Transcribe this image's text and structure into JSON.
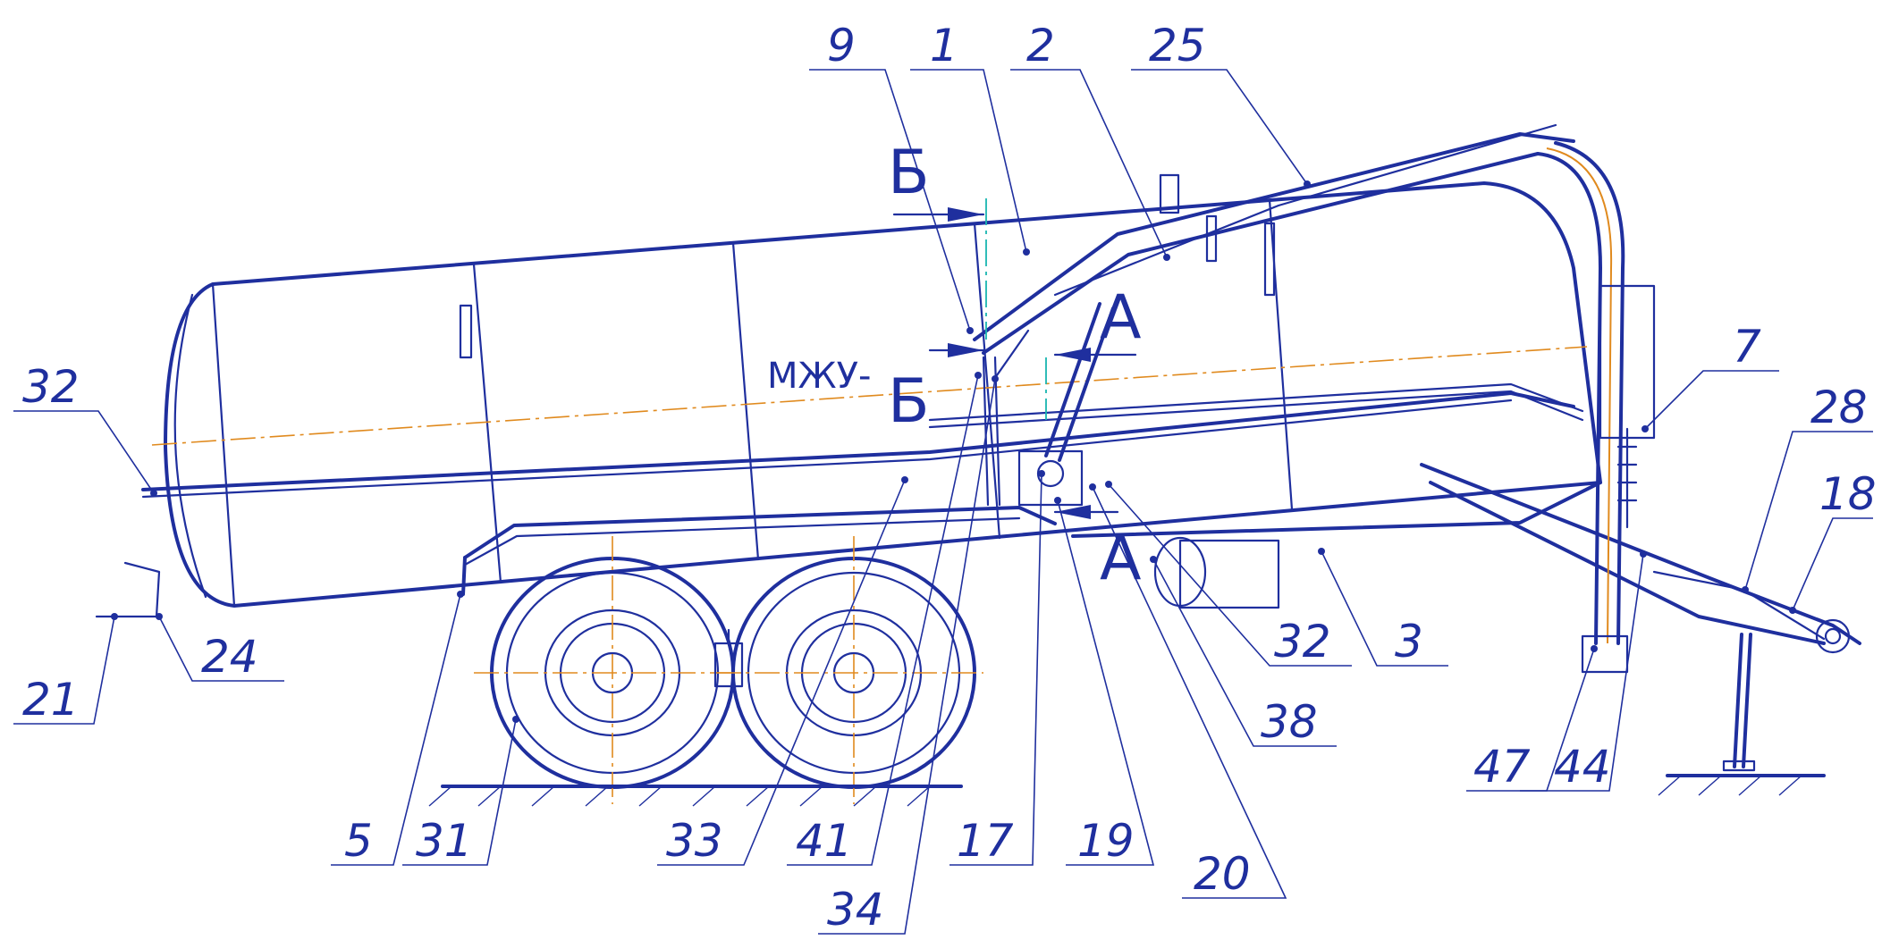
{
  "tank_label": "МЖУ-",
  "section_marks": {
    "b_top": "Б",
    "b_bottom": "Б",
    "a_top": "А",
    "a_bottom": "А"
  },
  "callouts": [
    {
      "id": "c9",
      "text": "9"
    },
    {
      "id": "c1",
      "text": "1"
    },
    {
      "id": "c2",
      "text": "2"
    },
    {
      "id": "c25",
      "text": "25"
    },
    {
      "id": "c32a",
      "text": "32"
    },
    {
      "id": "c7",
      "text": "7"
    },
    {
      "id": "c28",
      "text": "28"
    },
    {
      "id": "c18",
      "text": "18"
    },
    {
      "id": "c21",
      "text": "21"
    },
    {
      "id": "c24",
      "text": "24"
    },
    {
      "id": "c32b",
      "text": "32"
    },
    {
      "id": "c3",
      "text": "3"
    },
    {
      "id": "c38",
      "text": "38"
    },
    {
      "id": "c47",
      "text": "47"
    },
    {
      "id": "c44",
      "text": "44"
    },
    {
      "id": "c5",
      "text": "5"
    },
    {
      "id": "c31",
      "text": "31"
    },
    {
      "id": "c33",
      "text": "33"
    },
    {
      "id": "c41",
      "text": "41"
    },
    {
      "id": "c17",
      "text": "17"
    },
    {
      "id": "c19",
      "text": "19"
    },
    {
      "id": "c20",
      "text": "20"
    },
    {
      "id": "c34",
      "text": "34"
    }
  ],
  "colors": {
    "line": "#1f2f9e",
    "axis": "#e08a1e",
    "centerline": "#19b6b0"
  }
}
